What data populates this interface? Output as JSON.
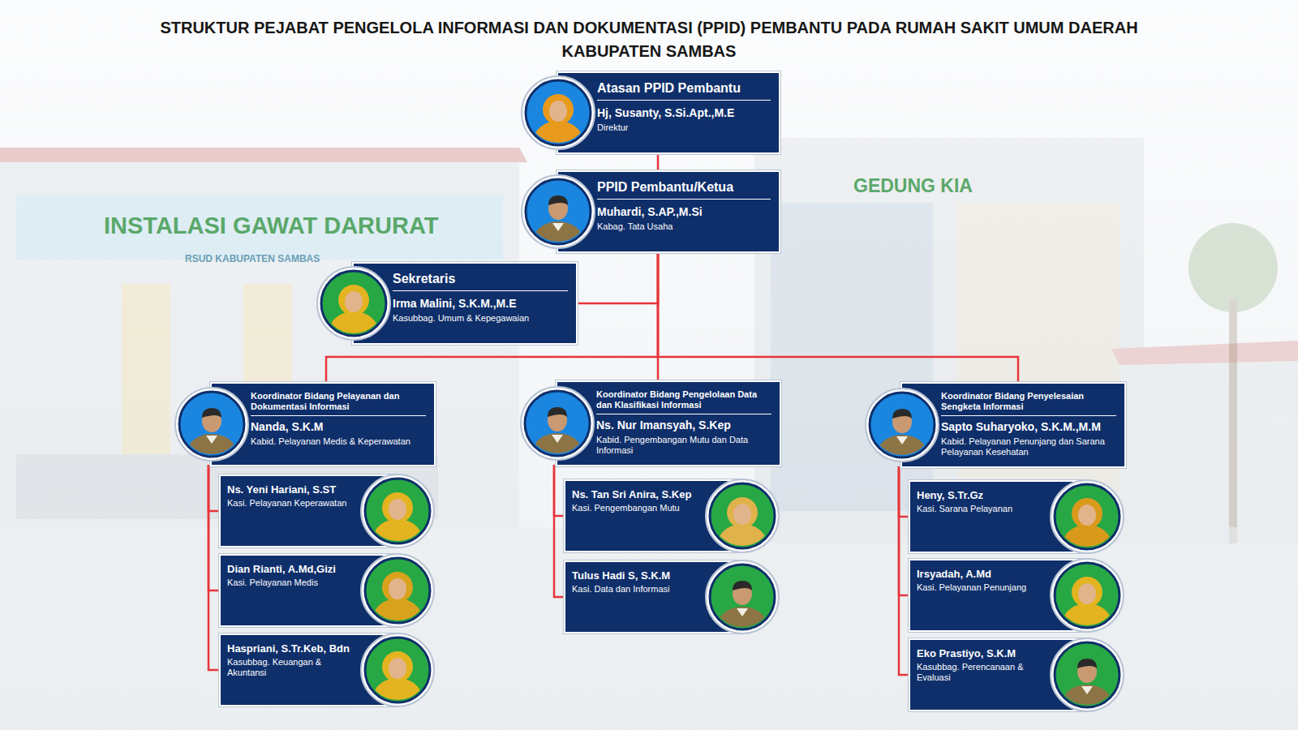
{
  "diagram": {
    "title": "STRUKTUR PEJABAT PENGELOLA INFORMASI DAN DOKUMENTASI (PPID) PEMBANTU PADA RUMAH SAKIT UMUM DAERAH KABUPATEN SAMBAS",
    "nodes": [
      {
        "text": [
          "Atasan PPID Pembantu",
          "Hj, Susanty, S.Si.Apt.,M.E",
          "Direktur"
        ]
      },
      {
        "text": [
          "PPID Pembantu/Ketua",
          "Muhardi, S.AP.,M.Si",
          "Kabag. Tata Usaha"
        ]
      },
      {
        "text": [
          "Sekretaris",
          "Irma Malini, S.K.M.,M.E",
          "Kasubbag. Umum & Kepegawaian"
        ]
      },
      {
        "text": [
          "Koordinator Bidang Pelayanan dan Dokumentasi Informasi",
          "Nanda, S.K.M",
          "Kabid. Pelayanan Medis & Keperawatan"
        ]
      },
      {
        "text": [
          "Koordinator Bidang Pengelolaan Data dan Klasifikasi Informasi",
          "Ns. Nur Imansyah, S.Kep",
          "Kabid. Pengembangan Mutu dan Data Informasi"
        ]
      },
      {
        "text": [
          "Koordinator Bidang Penyelesaian Sengketa Informasi",
          "Sapto Suharyoko, S.K.M.,M.M",
          "Kabid. Pelayanan Penunjang dan Sarana Pelayanan Kesehatan"
        ]
      },
      {
        "text": [
          "Ns. Yeni Hariani, S.ST",
          "Kasi. Pelayanan Keperawatan"
        ]
      },
      {
        "text": [
          "Dian Rianti, A.Md,Gizi",
          "Kasi. Pelayanan Medis"
        ]
      },
      {
        "text": [
          "Haspriani, S.Tr.Keb, Bdn",
          "Kasubbag. Keuangan & Akuntansi"
        ]
      },
      {
        "text": [
          "Ns. Tan Sri Anira, S.Kep",
          "Kasi. Pengembangan Mutu"
        ]
      },
      {
        "text": [
          "Tulus Hadi S, S.K.M",
          "Kasi. Data dan Informasi"
        ]
      },
      {
        "text": [
          "Heny, S.Tr.Gz",
          "Kasi. Sarana Pelayanan"
        ]
      },
      {
        "text": [
          "Irsyadah, A.Md",
          "Kasi. Pelayanan Penunjang"
        ]
      },
      {
        "text": [
          "Eko Prastiyo, S.K.M",
          "Kasubbag. Perencanaan & Evaluasi"
        ]
      }
    ],
    "edges": [
      {
        "from": 0,
        "to": 1,
        "arrow": "none"
      },
      {
        "from": 1,
        "to": 2,
        "arrow": "none"
      },
      {
        "from": 1,
        "to": 3,
        "arrow": "none"
      },
      {
        "from": 1,
        "to": 4,
        "arrow": "none"
      },
      {
        "from": 1,
        "to": 5,
        "arrow": "none"
      },
      {
        "from": 3,
        "to": 6,
        "arrow": "none"
      },
      {
        "from": 3,
        "to": 7,
        "arrow": "none"
      },
      {
        "from": 3,
        "to": 8,
        "arrow": "none"
      },
      {
        "from": 4,
        "to": 9,
        "arrow": "none"
      },
      {
        "from": 4,
        "to": 10,
        "arrow": "none"
      },
      {
        "from": 5,
        "to": 11,
        "arrow": "none"
      },
      {
        "from": 5,
        "to": 12,
        "arrow": "none"
      },
      {
        "from": 5,
        "to": 13,
        "arrow": "none"
      }
    ],
    "labels": [
      "INSTALASI GAWAT DARURAT",
      "RSUD KABUPATEN SAMBAS",
      "GEDUNG KIA"
    ]
  }
}
